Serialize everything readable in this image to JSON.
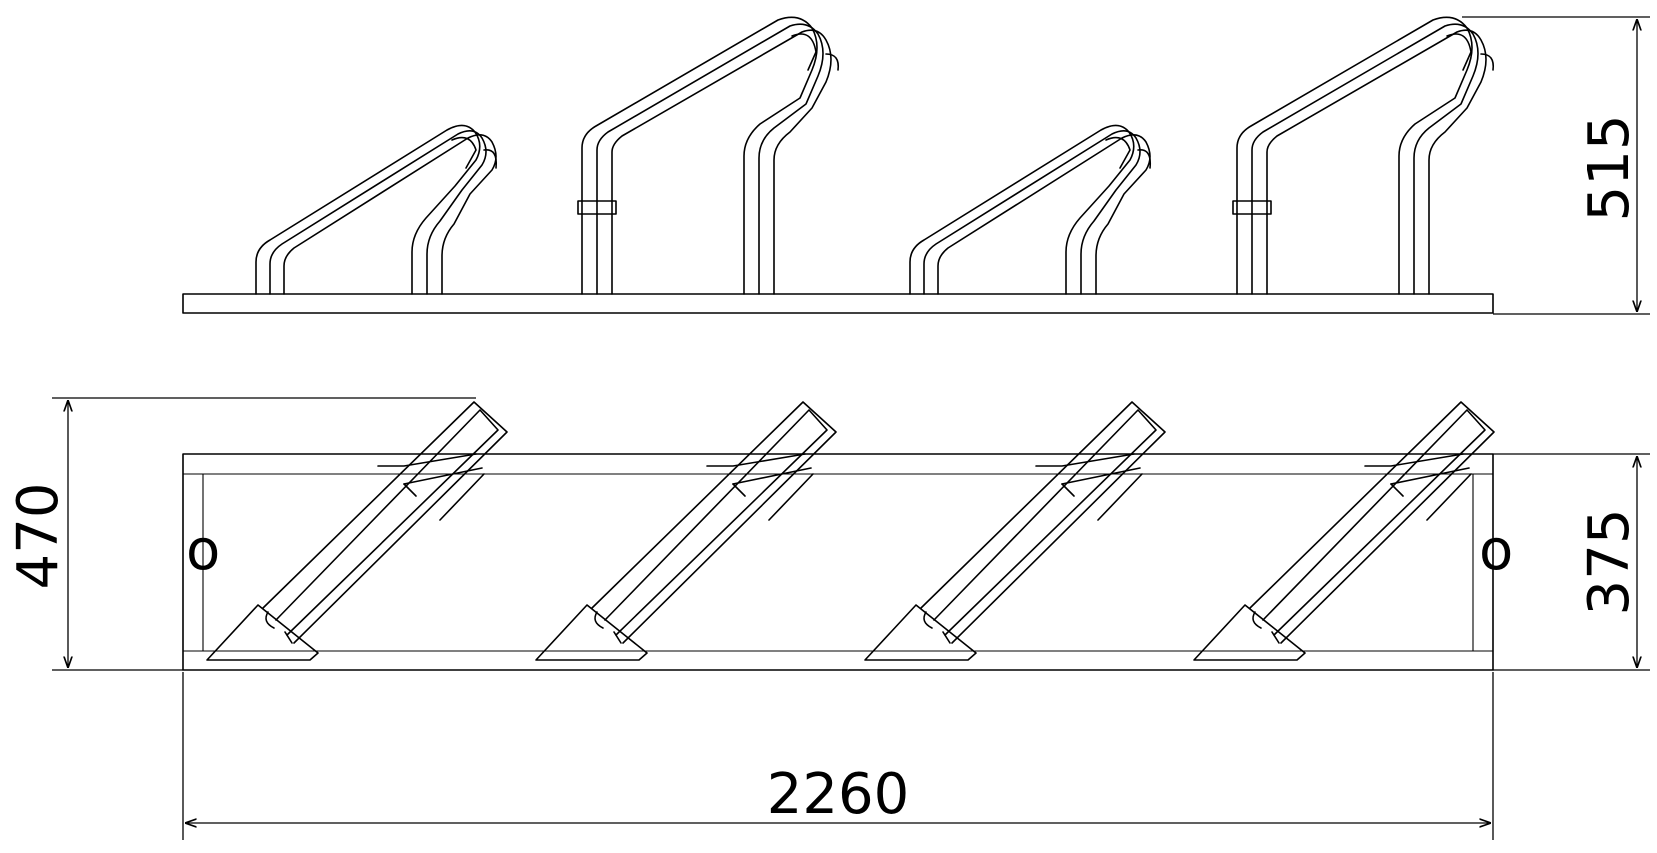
{
  "dimensions": {
    "overall_length": "2260",
    "overall_height": "515",
    "overall_depth": "470",
    "base_depth": "375"
  },
  "views": {
    "elevation": {
      "racks": 4
    },
    "plan": {
      "racks": 4,
      "mount_hole_symbol": "o"
    }
  },
  "colors": {
    "line": "#000000",
    "background": "#ffffff"
  }
}
